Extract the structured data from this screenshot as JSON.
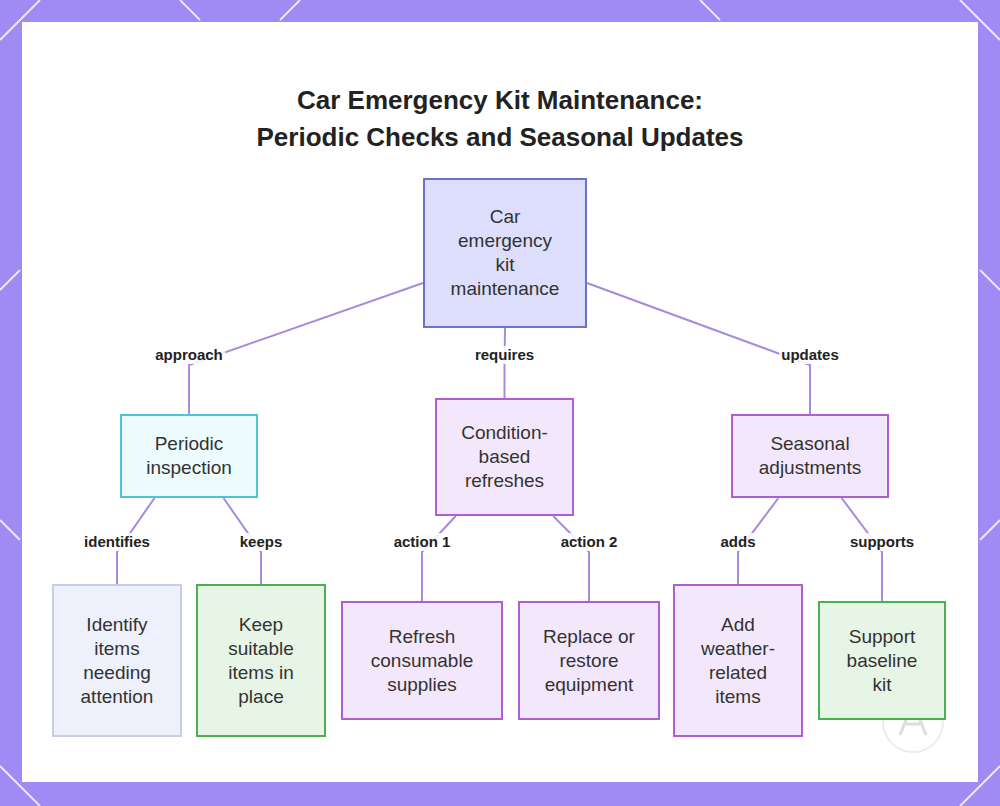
{
  "diagram": {
    "title": "Car Emergency Kit Maintenance: Periodic Checks and Seasonal Updates",
    "nodes": [
      {
        "text": [
          "Car emergency kit maintenance"
        ]
      },
      {
        "text": [
          "Periodic inspection"
        ]
      },
      {
        "text": [
          "Condition-based refreshes"
        ]
      },
      {
        "text": [
          "Seasonal adjustments"
        ]
      },
      {
        "text": [
          "Identify items needing attention"
        ]
      },
      {
        "text": [
          "Keep suitable items in place"
        ]
      },
      {
        "text": [
          "Refresh consumable supplies"
        ]
      },
      {
        "text": [
          "Replace or restore equipment"
        ]
      },
      {
        "text": [
          "Add weather-related items"
        ]
      },
      {
        "text": [
          "Support baseline kit"
        ]
      }
    ],
    "edges": [
      {
        "from": 0,
        "to": 1,
        "label": "approach",
        "arrow": "none"
      },
      {
        "from": 0,
        "to": 2,
        "label": "requires",
        "arrow": "none"
      },
      {
        "from": 0,
        "to": 3,
        "label": "updates",
        "arrow": "none"
      },
      {
        "from": 1,
        "to": 4,
        "label": "identifies",
        "arrow": "none"
      },
      {
        "from": 1,
        "to": 5,
        "label": "keeps",
        "arrow": "none"
      },
      {
        "from": 2,
        "to": 6,
        "label": "action 1",
        "arrow": "none"
      },
      {
        "from": 2,
        "to": 7,
        "label": "action 2",
        "arrow": "none"
      },
      {
        "from": 3,
        "to": 8,
        "label": "adds",
        "arrow": "none"
      },
      {
        "from": 3,
        "to": 9,
        "label": "supports",
        "arrow": "none"
      }
    ]
  }
}
